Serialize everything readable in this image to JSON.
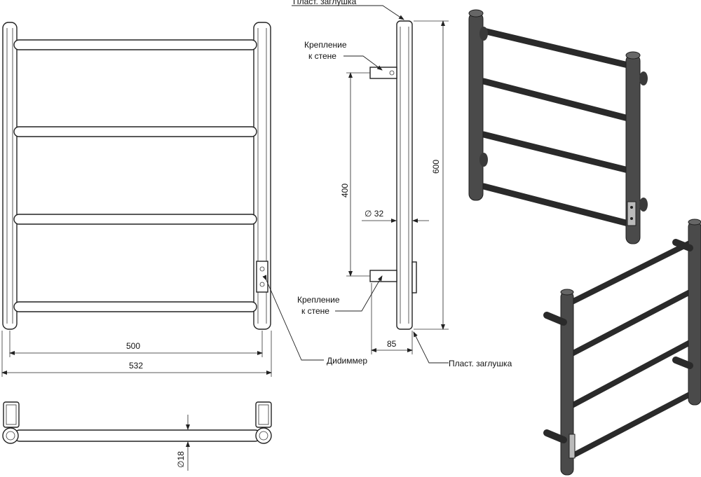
{
  "labels": {
    "plug_top": "Пласт. заглушка",
    "mount_top_line1": "Крепление",
    "mount_top_line2": "к стене",
    "mount_bottom_line1": "Крепление",
    "mount_bottom_line2": "к стене",
    "dimmer": "Диdиммер",
    "plug_bottom": "Пласт. заглушка"
  },
  "dimensions": {
    "width_inner": "500",
    "width_outer": "532",
    "height_total": "600",
    "height_mount": "400",
    "tube_diameter": "∅ 32",
    "depth": "85",
    "bar_diameter": "∅18"
  },
  "colors": {
    "line": "#222222",
    "render_fill": "#4a4a4a",
    "background": "#ffffff"
  }
}
